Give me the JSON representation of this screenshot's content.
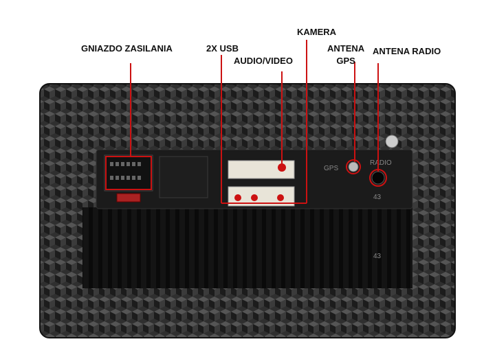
{
  "callouts": {
    "power": "GNIAZDO ZASILANIA",
    "usb": "2X USB",
    "av": "AUDIO/VIDEO",
    "camera": "KAMERA",
    "gps_line1": "ANTENA",
    "gps_line2": "GPS",
    "radio": "ANTENA RADIO"
  },
  "panel_print": {
    "gps": "GPS",
    "radio": "RADIO",
    "screw_top": "43",
    "screw_bottom": "43"
  },
  "colors": {
    "callout": "#cc1111",
    "housing": "#2a2a2a",
    "panel": "#1a1a1a"
  }
}
